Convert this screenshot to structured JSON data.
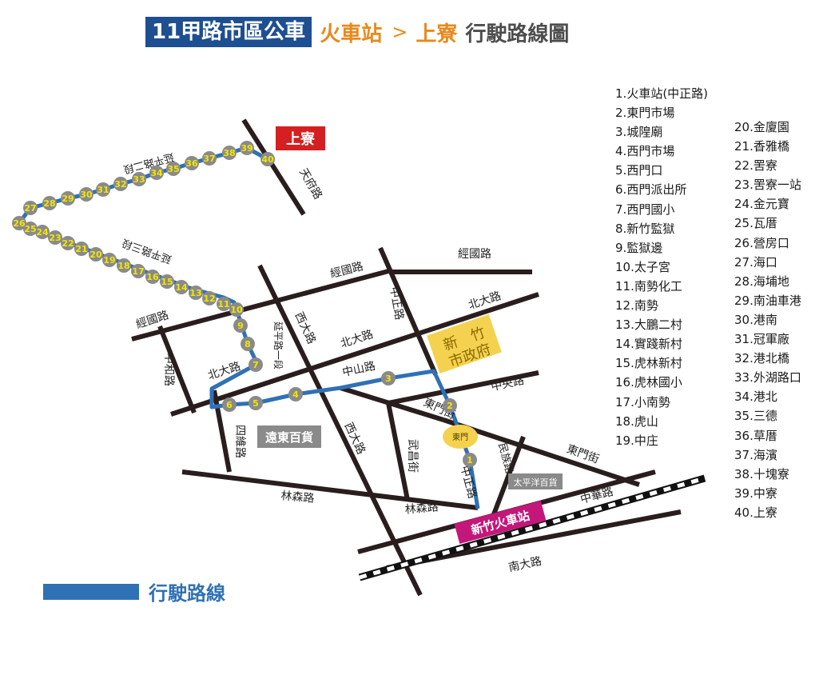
{
  "title": {
    "route": "11甲路市區公車",
    "from": "火車站",
    "arrow": ">",
    "to": "上寮",
    "suffix": "行駛路線圖"
  },
  "colors": {
    "route_line": "#2f71b4",
    "title_bg": "#1d4f91",
    "title_accent": "#e8891c",
    "road": "#2a1d1d",
    "stop_fill": "#8a8a8a",
    "stop_text": "#f2e600",
    "terminal_label_bg": "#d42020",
    "station_label_bg": "#c4177a",
    "city_hall_bg": "#f4d24f",
    "dept_store_bg": "#8a8a8a"
  },
  "stops": [
    {
      "no": "1",
      "name": "火車站(中正路)"
    },
    {
      "no": "2",
      "name": "東門市場"
    },
    {
      "no": "3",
      "name": "城隍廟"
    },
    {
      "no": "4",
      "name": "西門市場"
    },
    {
      "no": "5",
      "name": "西門口"
    },
    {
      "no": "6",
      "name": "西門派出所"
    },
    {
      "no": "7",
      "name": "西門國小"
    },
    {
      "no": "8",
      "name": "新竹監獄"
    },
    {
      "no": "9",
      "name": "監獄邊"
    },
    {
      "no": "10",
      "name": "太子宮"
    },
    {
      "no": "11",
      "name": "南勢化工"
    },
    {
      "no": "12",
      "name": "南勢"
    },
    {
      "no": "13",
      "name": "大鵬二村"
    },
    {
      "no": "14",
      "name": "實踐新村"
    },
    {
      "no": "15",
      "name": "虎林新村"
    },
    {
      "no": "16",
      "name": "虎林國小"
    },
    {
      "no": "17",
      "name": "小南勢"
    },
    {
      "no": "18",
      "name": "虎山"
    },
    {
      "no": "19",
      "name": "中庄"
    },
    {
      "no": "20",
      "name": "金廈園"
    },
    {
      "no": "21",
      "name": "香雅橋"
    },
    {
      "no": "22",
      "name": "罟寮"
    },
    {
      "no": "23",
      "name": "罟寮一站"
    },
    {
      "no": "24",
      "name": "金元寶"
    },
    {
      "no": "25",
      "name": "瓦厝"
    },
    {
      "no": "26",
      "name": "營房口"
    },
    {
      "no": "27",
      "name": "海口"
    },
    {
      "no": "28",
      "name": "海埔地"
    },
    {
      "no": "29",
      "name": "南油車港"
    },
    {
      "no": "30",
      "name": "港南"
    },
    {
      "no": "31",
      "name": "冠軍廠"
    },
    {
      "no": "32",
      "name": "港北橋"
    },
    {
      "no": "33",
      "name": "外湖路口"
    },
    {
      "no": "34",
      "name": "港北"
    },
    {
      "no": "35",
      "name": "三德"
    },
    {
      "no": "36",
      "name": "草厝"
    },
    {
      "no": "37",
      "name": "海濱"
    },
    {
      "no": "38",
      "name": "十塊寮"
    },
    {
      "no": "39",
      "name": "中寮"
    },
    {
      "no": "40",
      "name": "上寮"
    }
  ],
  "road_labels": {
    "jingguo_1": "經國路",
    "jingguo_2": "經國路",
    "jingguo_3": "經國路",
    "beida_1": "北大路",
    "beida_2": "北大路",
    "beida_3": "北大路",
    "zhonghe": "中和路",
    "xida_1": "西大路",
    "xida_2": "西大路",
    "zhongzheng_1": "中正路",
    "zhongzheng_2": "中正路",
    "yanping": "延平路一段",
    "zhongshan": "中山路",
    "zhongyang": "中央路",
    "dongmen_1": "東門街",
    "dongmen_2": "東門街",
    "siwei": "四維路",
    "wuchang": "武昌街",
    "minzu": "民族路",
    "linsen_1": "林森路",
    "linsen_2": "林森路",
    "zhonghua": "中華路",
    "nanda": "南大路",
    "tianfu": "天府路",
    "yanping2": "延平路二段",
    "yanping3": "延平路三段"
  },
  "landmarks": {
    "terminal": "上寮",
    "city_hall_line1": "新　竹",
    "city_hall_line2": "市政府",
    "fareast": "遠東百貨",
    "pacific": "太平洋百貨",
    "dongmen": "東門",
    "station": "新竹火車站"
  },
  "legend": {
    "label": "行駛路線"
  }
}
